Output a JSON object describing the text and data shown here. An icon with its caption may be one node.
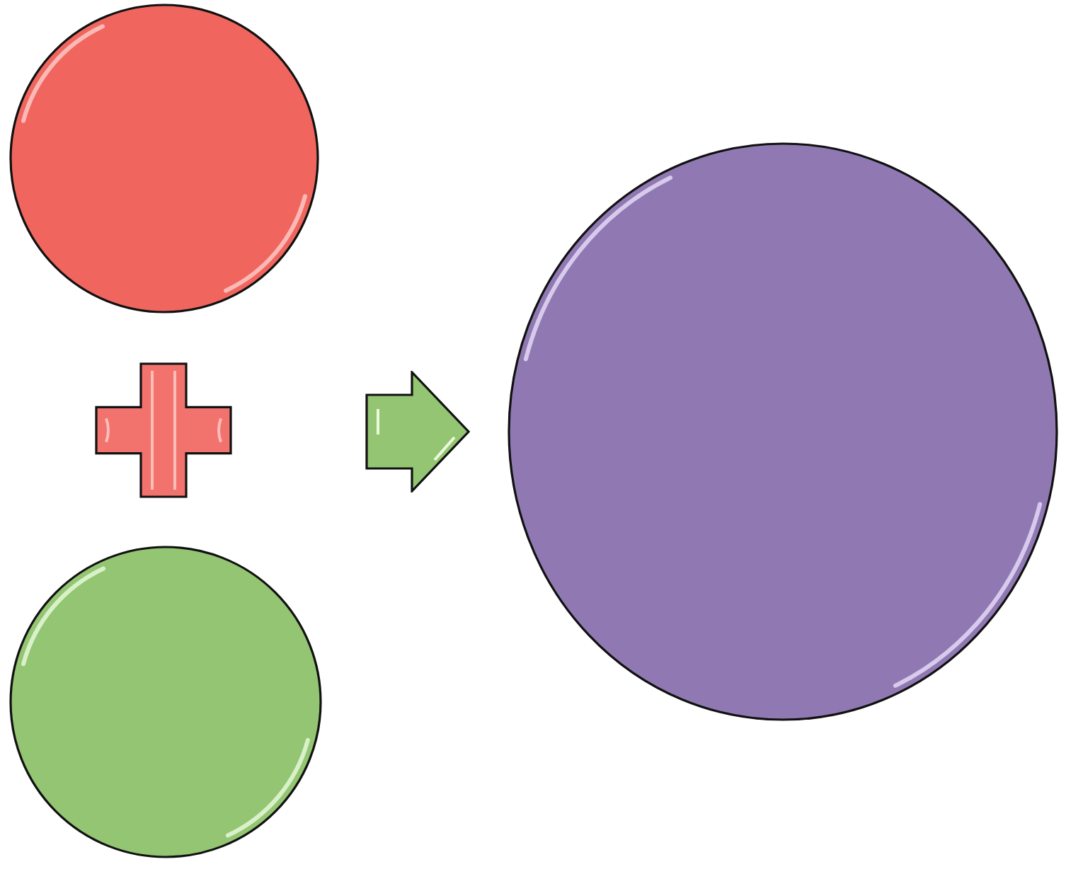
{
  "diagram": {
    "nodes": [
      {
        "text": [],
        "shape": "circle"
      },
      {
        "text": [],
        "shape": "cross"
      },
      {
        "text": [],
        "shape": "circle"
      },
      {
        "text": [],
        "shape": "arrow"
      },
      {
        "text": [],
        "shape": "circle"
      }
    ]
  }
}
